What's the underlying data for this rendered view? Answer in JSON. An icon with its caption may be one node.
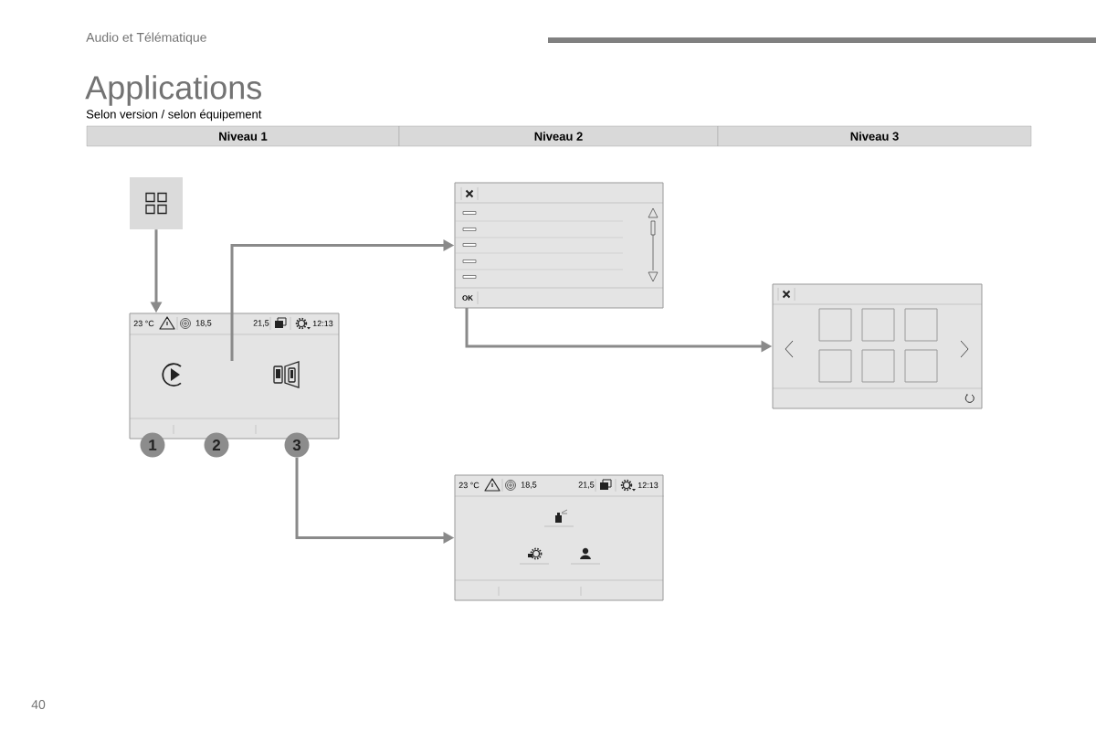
{
  "diagram": {
    "title": "Applications",
    "nodes": [
      {
        "text": [],
        "shape": "box"
      },
      {
        "text": [
          "23 °C",
          "18,5",
          "21,5",
          "12:13"
        ]
      },
      {
        "text": [
          "OK"
        ]
      },
      {
        "text": [],
        "shape": "box"
      },
      {
        "text": [
          "23 °C",
          "18,5",
          "21,5",
          "12:13"
        ]
      },
      {
        "text": [
          "1"
        ]
      },
      {
        "text": [
          "2"
        ]
      },
      {
        "text": [
          "3"
        ]
      }
    ],
    "edges": [
      {
        "from": 0,
        "to": 1,
        "arrow": "to"
      },
      {
        "from": 1,
        "to": 2,
        "arrow": "to"
      },
      {
        "from": 2,
        "to": 3,
        "arrow": "to"
      },
      {
        "from": 7,
        "to": 4,
        "arrow": "to"
      }
    ],
    "labels": [
      "Audio et Télématique",
      "Selon version / selon équipement",
      "Niveau 1",
      "Niveau 2",
      "Niveau 3",
      "40"
    ]
  }
}
